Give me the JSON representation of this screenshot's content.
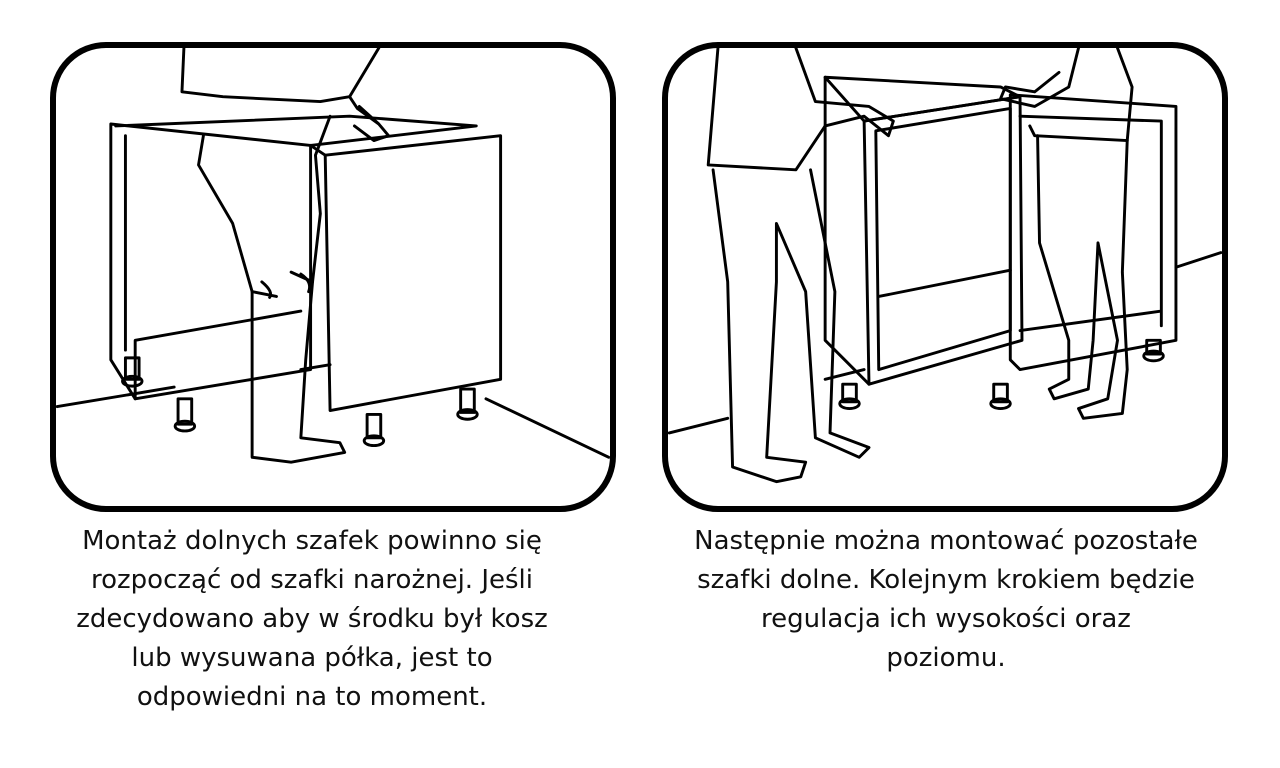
{
  "panels": [
    {
      "illustration": "one-person-placing-corner-cabinet",
      "caption": "Montaż dolnych szafek powinno się\nrozpocząć od szafki narożnej. Jeśli\nzdecydowano aby w środku był kosz\nlub wysuwana półka, jest to\nodpowiedni na to moment."
    },
    {
      "illustration": "two-people-placing-base-cabinet",
      "caption": "Następnie można montować pozostałe\nszafki dolne. Kolejnym krokiem będzie\nregulacja ich wysokości oraz\npoziomu."
    }
  ],
  "colors": {
    "line": "#000000",
    "background": "#ffffff"
  }
}
